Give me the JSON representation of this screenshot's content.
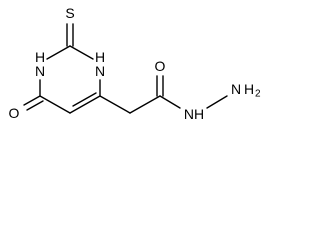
{
  "molecule": {
    "atoms": {
      "s": "S",
      "n1h": "H",
      "n1": "N",
      "n3h": "H",
      "n3": "N",
      "o_ring": "O",
      "o_amide": "O",
      "nh": "NH",
      "n_terminal": "N",
      "h2": "H",
      "h2_count": "2"
    }
  }
}
